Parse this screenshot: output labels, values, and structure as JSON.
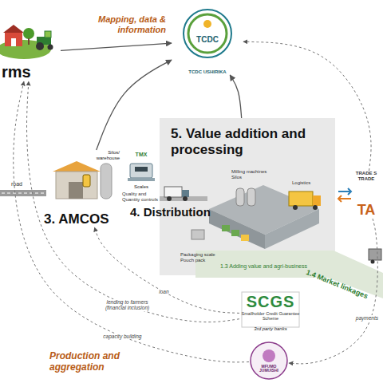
{
  "diagram": {
    "nodes": [
      {
        "text": [
          "rms"
        ]
      },
      {
        "text": [
          "TCDC",
          "TCDC USHIRIKA"
        ]
      },
      {
        "text": [
          "Silos/ warehouse",
          "3. AMCOS"
        ]
      },
      {
        "text": [
          "TMX",
          "Scales"
        ]
      },
      {
        "text": [
          "5. Value addition and processing"
        ]
      },
      {
        "text": [
          "TRADE S TRADE",
          "TA"
        ]
      },
      {
        "text": [
          "SCGS",
          "Smallholder Credit Guarantee Scheme",
          "3rd party banks"
        ]
      },
      {
        "text": [
          "MFUMO JUMUISHI"
        ]
      }
    ],
    "edges": [
      {
        "from": 0,
        "to": 1,
        "arrow": "to"
      },
      {
        "from": 2,
        "to": 1,
        "arrow": "to"
      },
      {
        "from": 4,
        "to": 1,
        "arrow": "to"
      },
      {
        "from": 5,
        "to": 1,
        "arrow": "to"
      },
      {
        "from": 6,
        "to": 0,
        "label": "lending to farmers (financial inclusion)",
        "arrow": "to"
      },
      {
        "from": 6,
        "to": 2,
        "label": "loan",
        "arrow": "to"
      },
      {
        "from": 7,
        "to": 0,
        "label": "capacity building",
        "arrow": "to"
      },
      {
        "from": 5,
        "to": 7,
        "label": "payments",
        "arrow": "to"
      }
    ],
    "labels": [
      "Mapping, data & information",
      "Production and aggregation",
      "road",
      "Quality and Quantity controls",
      "4. Distribution",
      "Milling machines Silos",
      "Logistics",
      "Packaging scale Pouch pack",
      "1.3 Adding value and agri-business",
      "1.4 Market linkages"
    ]
  }
}
